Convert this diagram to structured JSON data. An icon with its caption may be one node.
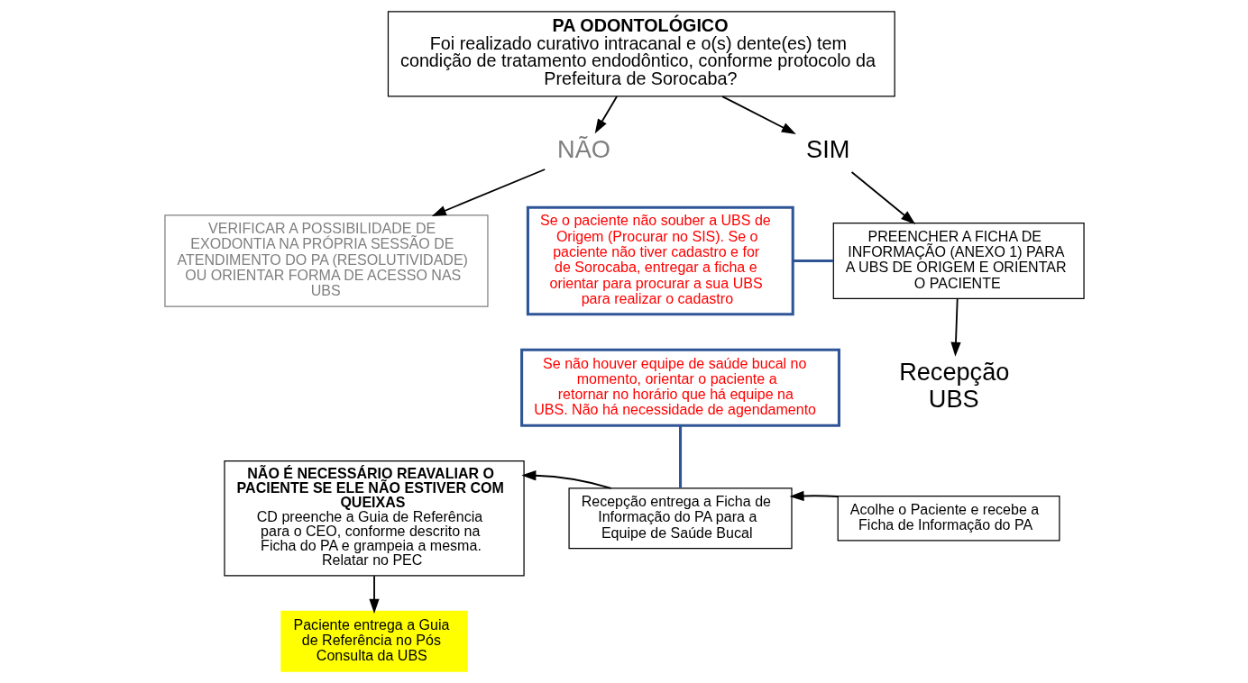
{
  "diagram": {
    "nodes": [
      {
        "text": [
          "PA ODONTOLÓGICO",
          "Foi realizado curativo intracanal e o(s) dente(es) tem condição de tratamento endodôntico, conforme protocolo da Prefeitura de Sorocaba?"
        ]
      },
      {
        "text": [
          "NÃO"
        ]
      },
      {
        "text": [
          "SIM"
        ]
      },
      {
        "text": [
          "VERIFICAR A POSSIBILIDADE DE EXODONTIA NA PRÓPRIA SESSÃO DE ATENDIMENTO DO PA (RESOLUTIVIDADE) OU ORIENTAR FORMA DE ACESSO NAS UBS"
        ]
      },
      {
        "text": [
          "PREENCHER A FICHA DE INFORMAÇÃO (ANEXO 1) PARA A UBS DE ORIGEM E ORIENTAR O PACIENTE"
        ]
      },
      {
        "text": [
          "Se o paciente não souber a UBS de Origem (Procurar no SIS). Se o paciente não tiver cadastro e for de Sorocaba, entregar a ficha e orientar para procurar a sua UBS para realizar o cadastro"
        ]
      },
      {
        "text": [
          "Recepção UBS"
        ]
      },
      {
        "text": [
          "Acolhe o Paciente e recebe a Ficha de Informação do PA"
        ]
      },
      {
        "text": [
          "Recepção entrega a Ficha de Informação do PA para a Equipe de Saúde Bucal"
        ]
      },
      {
        "text": [
          "NÃO É NECESSÁRIO REAVALIAR O PACIENTE SE ELE NÃO ESTIVER COM QUEIXAS",
          "CD preenche a Guia de Referência para o CEO, conforme descrito na Ficha do PA e grampeia a mesma. Relatar no PEC"
        ]
      },
      {
        "text": [
          "Se não houver equipe de saúde bucal no momento, orientar o paciente a retornar no horário que há equipe na UBS. Não há necessidade de agendamento"
        ]
      },
      {
        "text": [
          "Paciente entrega a Guia de Referência no Pós Consulta da UBS"
        ]
      }
    ],
    "edges": [
      {
        "from": 0,
        "to": 1,
        "arrow": "to"
      },
      {
        "from": 0,
        "to": 2,
        "arrow": "to"
      },
      {
        "from": 1,
        "to": 3,
        "arrow": "to"
      },
      {
        "from": 2,
        "to": 4,
        "arrow": "to"
      },
      {
        "from": 4,
        "to": 6,
        "arrow": "to"
      },
      {
        "from": 5,
        "to": 4,
        "arrow": "none",
        "color": "#2f5597"
      },
      {
        "from": 7,
        "to": 8,
        "arrow": "to"
      },
      {
        "from": 8,
        "to": 9,
        "arrow": "to"
      },
      {
        "from": 10,
        "to": 8,
        "arrow": "none",
        "color": "#2f5597"
      },
      {
        "from": 9,
        "to": 11,
        "arrow": "to"
      }
    ]
  }
}
